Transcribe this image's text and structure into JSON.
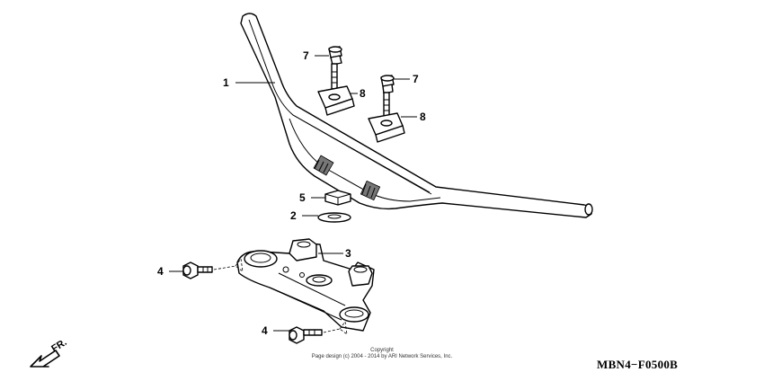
{
  "callouts": [
    {
      "id": "handlebar",
      "label": "1"
    },
    {
      "id": "washer",
      "label": "2"
    },
    {
      "id": "top-bridge",
      "label": "3"
    },
    {
      "id": "bolt-left",
      "label": "4"
    },
    {
      "id": "bolt-bottom",
      "label": "4"
    },
    {
      "id": "nut",
      "label": "5"
    },
    {
      "id": "bolt-upper-left",
      "label": "7"
    },
    {
      "id": "bolt-upper-right",
      "label": "7"
    },
    {
      "id": "holder-left",
      "label": "8"
    },
    {
      "id": "holder-right",
      "label": "8"
    }
  ],
  "copyright": {
    "line1": "Copyright",
    "line2": "Page design (c) 2004 - 2014 by ARI Network Services, Inc."
  },
  "diagram_code": "MBN4−F0500B",
  "direction_label": "FR."
}
